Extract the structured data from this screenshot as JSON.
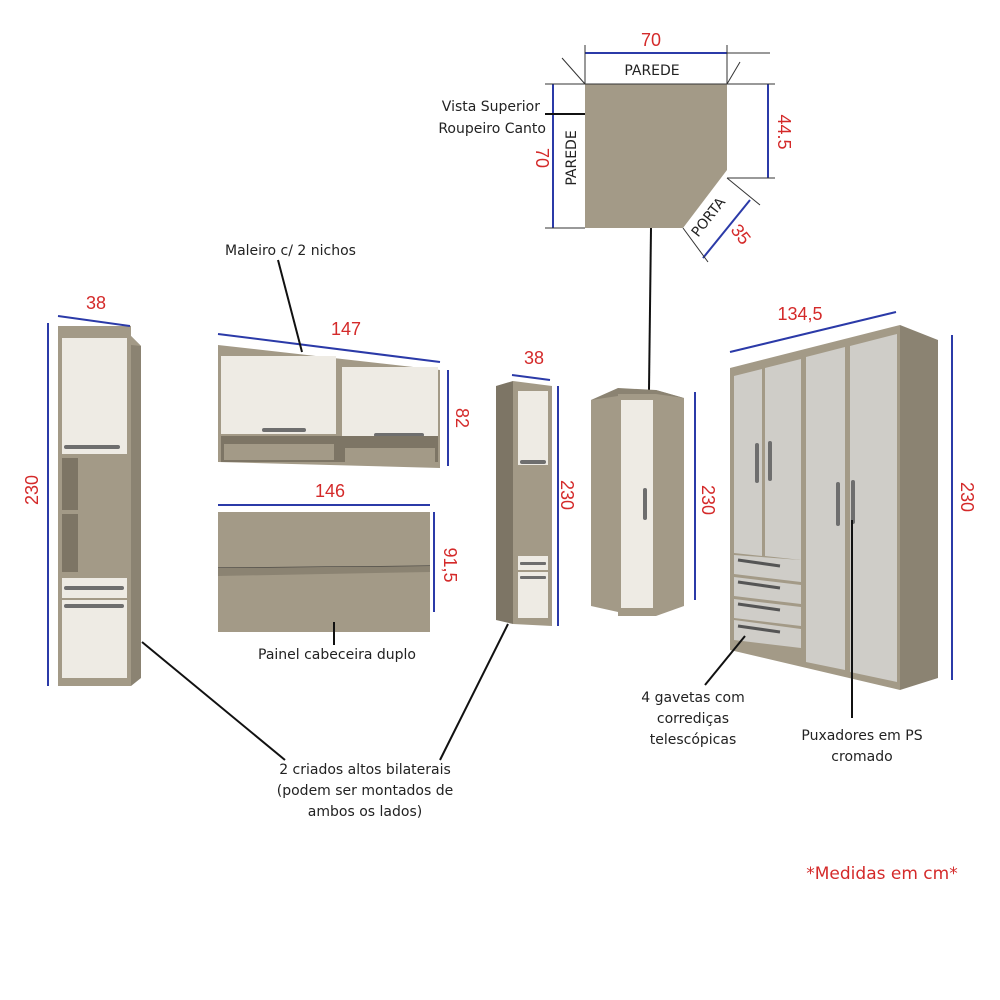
{
  "top_view": {
    "title_line1": "Vista Superior",
    "title_line2": "Roupeiro Canto",
    "wall_top": "PAREDE",
    "wall_left": "PAREDE",
    "door": "PORTA",
    "dim_top": "70",
    "dim_left": "70",
    "dim_right": "44.5",
    "dim_door": "35"
  },
  "labels": {
    "maleiro": "Maleiro c/ 2 nichos",
    "painel": "Painel cabeceira duplo",
    "criados_line1": "2 criados altos bilaterais",
    "criados_line2": "(podem ser montados de",
    "criados_line3": "ambos os lados)",
    "gavetas_line1": "4 gavetas com",
    "gavetas_line2": "corrediças",
    "gavetas_line3": "telescópicas",
    "puxadores_line1": "Puxadores em PS",
    "puxadores_line2": "cromado",
    "note": "*Medidas em cm*"
  },
  "dimensions": {
    "left_cab_width": "38",
    "left_cab_height": "230",
    "maleiro_width": "147",
    "maleiro_height": "82",
    "painel_width": "146",
    "painel_height": "91,5",
    "mid_cab_width": "38",
    "mid_cab_height": "230",
    "corner_height": "230",
    "wardrobe_width": "134,5",
    "wardrobe_height": "230"
  }
}
